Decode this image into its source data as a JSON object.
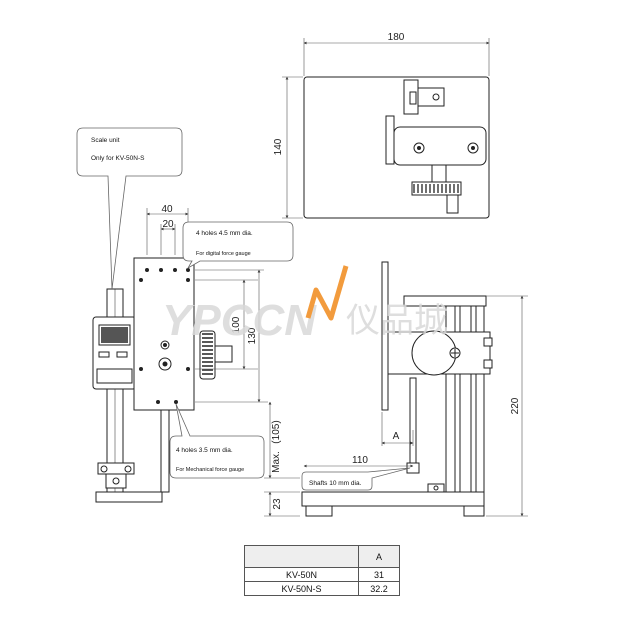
{
  "dimensions": {
    "d180": "180",
    "d140": "140",
    "d40": "40",
    "d20": "20",
    "d100": "100",
    "d130": "130",
    "d105": "(105)",
    "dmax": "Max.",
    "d110": "110",
    "d23": "23",
    "d220": "220",
    "dA": "A"
  },
  "callouts": {
    "scale_unit": {
      "line1": "Scale unit",
      "line2": "Only for KV-50N-S"
    },
    "holes_45": {
      "line1": "4 holes 4.5 mm dia.",
      "line2": "For digital force gauge"
    },
    "holes_35": {
      "line1": "4 holes 3.5 mm dia.",
      "line2": "For Mechanical force gauge"
    },
    "shafts": {
      "line1": "Shafts 10 mm dia."
    }
  },
  "watermark": {
    "latin": "YPCCN",
    "cjk": "仪品城",
    "color": "#f08a1c"
  },
  "table": {
    "header": [
      "",
      "A"
    ],
    "rows": [
      {
        "model": "KV-50N",
        "a": "31"
      },
      {
        "model": "KV-50N-S",
        "a": "32.2"
      }
    ]
  }
}
